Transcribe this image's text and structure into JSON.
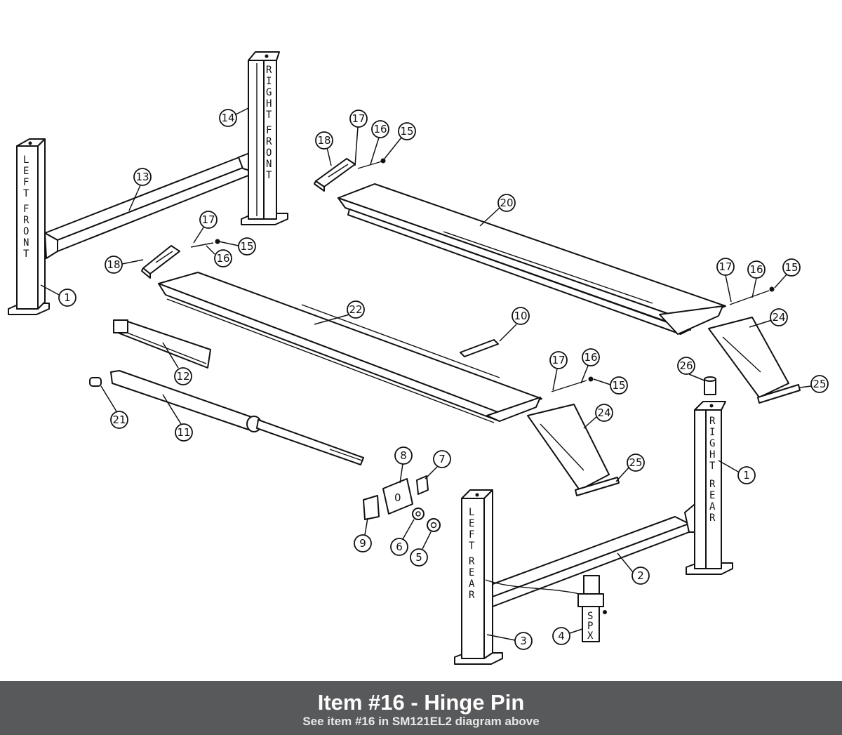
{
  "footer": {
    "title": "Item #16 - Hinge Pin",
    "subtitle": "See item #16 in SM121EL2 diagram above"
  },
  "post_labels": {
    "left_front": [
      "L",
      "E",
      "F",
      "T",
      "F",
      "R",
      "O",
      "N",
      "T"
    ],
    "right_front": [
      "R",
      "I",
      "G",
      "H",
      "T",
      "F",
      "R",
      "O",
      "N",
      "T"
    ],
    "left_rear": [
      "L",
      "E",
      "F",
      "T",
      "R",
      "E",
      "A",
      "R"
    ],
    "right_rear": [
      "R",
      "I",
      "G",
      "H",
      "T",
      "R",
      "E",
      "A",
      "R"
    ],
    "power_unit": [
      "S",
      "P",
      "X"
    ]
  },
  "valve_block_marking": "0",
  "callouts": [
    "14",
    "13",
    "1",
    "18",
    "17",
    "16",
    "15",
    "18",
    "17",
    "16",
    "15",
    "20",
    "17",
    "16",
    "15",
    "22",
    "10",
    "24",
    "26",
    "25",
    "12",
    "21",
    "11",
    "17",
    "16",
    "15",
    "24",
    "8",
    "7",
    "25",
    "1",
    "9",
    "6",
    "5",
    "2",
    "4",
    "3"
  ]
}
